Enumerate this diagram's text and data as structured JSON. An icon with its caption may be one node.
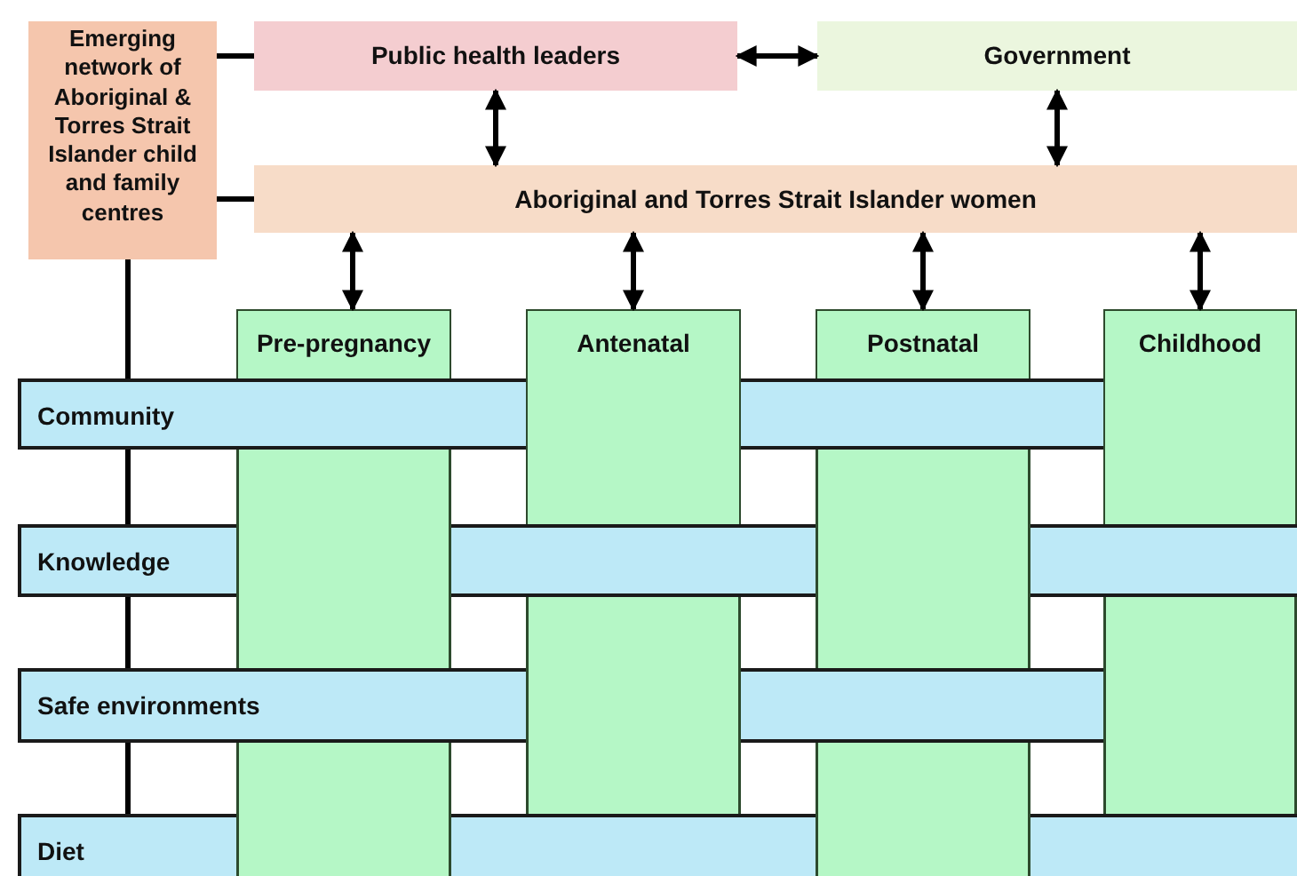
{
  "diagram": {
    "nodes": [
      {
        "text": [
          "Emerging network of Aboriginal & Torres Strait Islander child and family centres"
        ]
      },
      {
        "text": [
          "Public health leaders"
        ]
      },
      {
        "text": [
          "Government"
        ]
      },
      {
        "text": [
          "Aboriginal and Torres Strait Islander women"
        ]
      },
      {
        "text": [
          "Pre-pregnancy"
        ]
      },
      {
        "text": [
          "Antenatal"
        ]
      },
      {
        "text": [
          "Postnatal"
        ]
      },
      {
        "text": [
          "Childhood"
        ]
      },
      {
        "text": [
          "Community"
        ]
      },
      {
        "text": [
          "Knowledge"
        ]
      },
      {
        "text": [
          "Safe environments"
        ]
      },
      {
        "text": [
          "Diet"
        ]
      }
    ],
    "edges": [
      {
        "from": 0,
        "to": 1,
        "arrow": "none"
      },
      {
        "from": 0,
        "to": 3,
        "arrow": "none"
      },
      {
        "from": 0,
        "to": 8,
        "arrow": "none"
      },
      {
        "from": 8,
        "to": 9,
        "arrow": "none"
      },
      {
        "from": 9,
        "to": 10,
        "arrow": "none"
      },
      {
        "from": 10,
        "to": 11,
        "arrow": "none"
      },
      {
        "from": 1,
        "to": 2,
        "arrow": "both"
      },
      {
        "from": 1,
        "to": 3,
        "arrow": "both"
      },
      {
        "from": 2,
        "to": 3,
        "arrow": "both"
      },
      {
        "from": 3,
        "to": 4,
        "arrow": "both"
      },
      {
        "from": 3,
        "to": 5,
        "arrow": "both"
      },
      {
        "from": 3,
        "to": 6,
        "arrow": "both"
      },
      {
        "from": 3,
        "to": 7,
        "arrow": "both"
      }
    ]
  }
}
